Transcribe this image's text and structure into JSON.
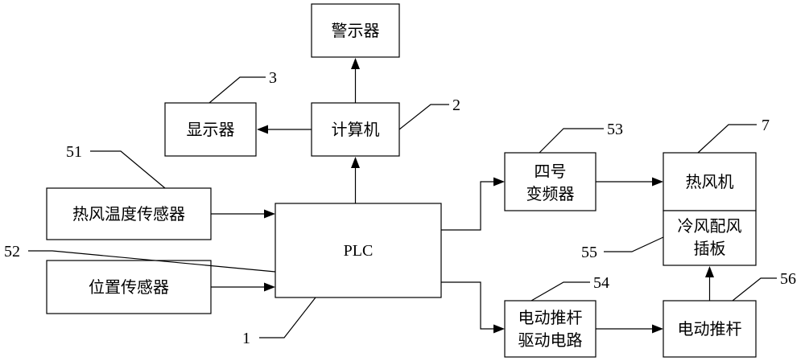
{
  "blocks": {
    "alarm": "警示器",
    "display": "显示器",
    "computer": "计算机",
    "plc": "PLC",
    "temp_sensor": "热风温度传感器",
    "pos_sensor": "位置传感器",
    "inverter_line1": "四号",
    "inverter_line2": "变频器",
    "heater": "热风机",
    "plate_line1": "冷风配风",
    "plate_line2": "插板",
    "driver_line1": "电动推杆",
    "driver_line2": "驱动电路",
    "actuator": "电动推杆"
  },
  "refs": {
    "plc": "1",
    "computer": "2",
    "display": "3",
    "temp_sensor": "51",
    "pos_sensor": "52",
    "inverter": "53",
    "driver": "54",
    "plate": "55",
    "actuator": "56",
    "heater": "7"
  }
}
